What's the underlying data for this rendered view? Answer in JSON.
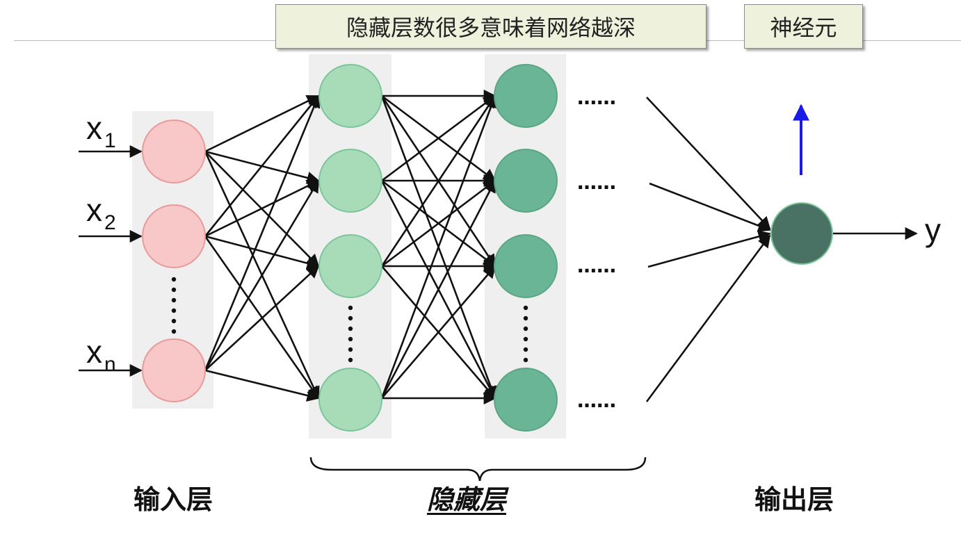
{
  "callouts": {
    "depth_note": "隐藏层数很多意味着网络越深",
    "neuron": "神经元"
  },
  "inputs": {
    "x1": {
      "base": "x",
      "sub": "1"
    },
    "x2": {
      "base": "x",
      "sub": "2"
    },
    "xn": {
      "base": "x",
      "sub": "n"
    }
  },
  "output_symbol": "y",
  "ellipsis": "……",
  "layer_labels": {
    "input": "输入层",
    "hidden": "隐藏层",
    "output": "输出层"
  },
  "colors": {
    "input_node": "#f8c8c8",
    "input_node_stroke": "#e89a9a",
    "hidden1_node": "#a8dcb8",
    "hidden1_stroke": "#7cc49a",
    "hidden2_node": "#69b595",
    "hidden2_stroke": "#5aa584",
    "output_node": "#4a7264",
    "output_stroke": "#7cc49a",
    "panel": "#efefef",
    "neuron_arrow": "#1a1ae6",
    "edges": "#111111"
  }
}
